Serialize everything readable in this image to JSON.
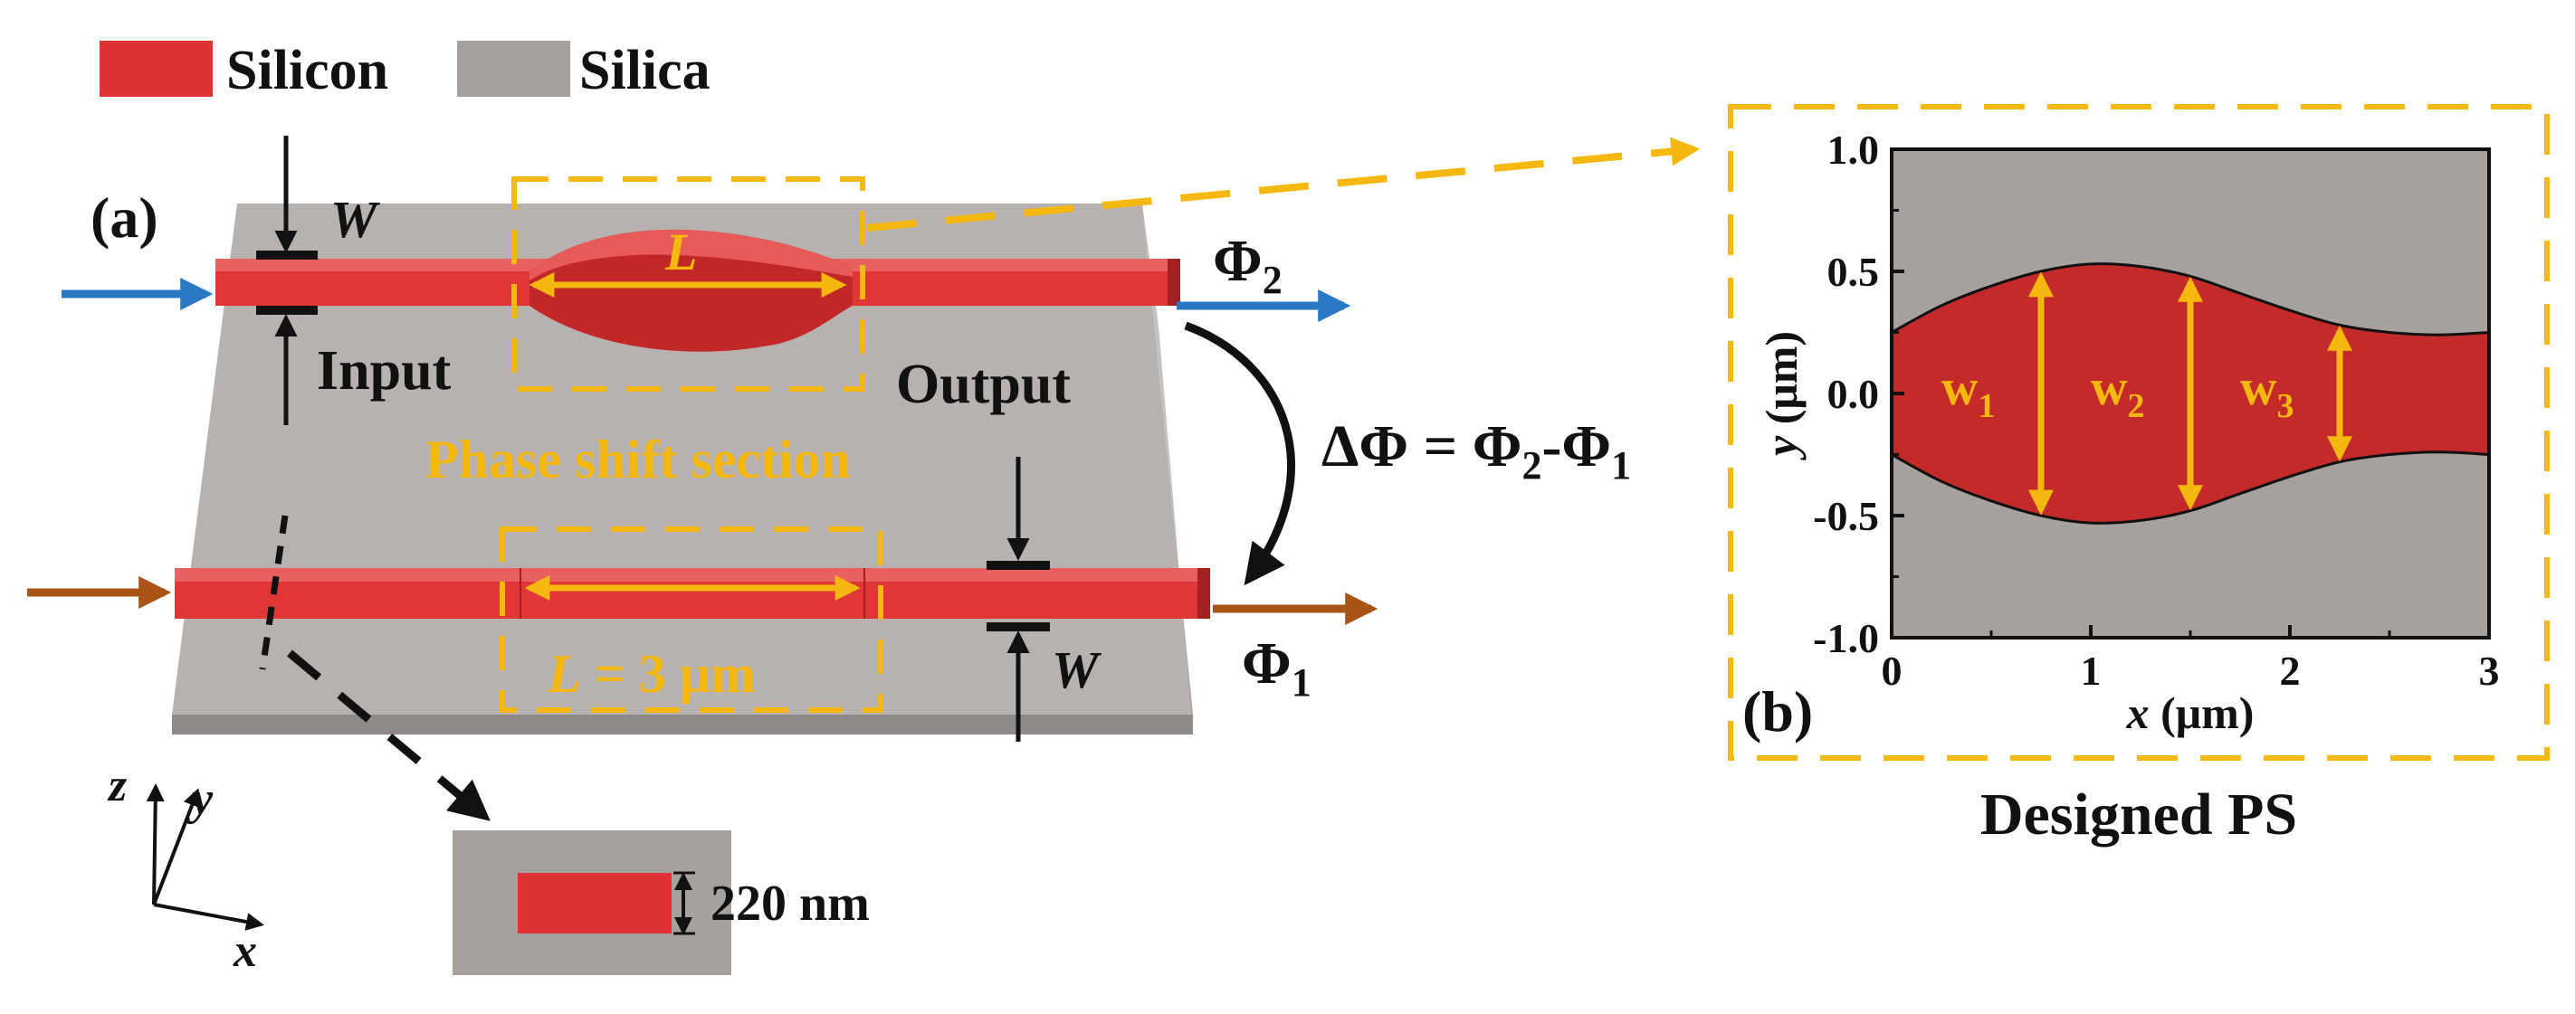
{
  "legend": {
    "silicon_label": "Silicon",
    "silica_label": "Silica"
  },
  "colors": {
    "silicon": "#dd3333",
    "silica": "#a6a19d",
    "accent": "#f5b80f",
    "blue_arrow": "#2a78c3",
    "brown_arrow": "#a95315",
    "ink": "#111111"
  },
  "panel_a": {
    "label": "(a)",
    "width_top": "W",
    "width_bottom": "W",
    "input_label": "Input",
    "output_label": "Output",
    "length_label": "L",
    "phase_shift_label": "Phase shift section",
    "ref_length_var": "L",
    "ref_length_rest": " = 3 μm",
    "phi2": "Φ",
    "phi2_sub": "2",
    "phi1": "Φ",
    "phi1_sub": "1",
    "delta_phi": {
      "lhs": "ΔΦ = Φ",
      "sub1": "2",
      "mid": "-Φ",
      "sub2": "1"
    },
    "thickness": "220 nm",
    "axes": {
      "z": "z",
      "y": "y",
      "x": "x"
    }
  },
  "panel_b": {
    "label": "(b)",
    "caption": "Designed PS",
    "widths": [
      {
        "base": "w",
        "sub": "1"
      },
      {
        "base": "w",
        "sub": "2"
      },
      {
        "base": "w",
        "sub": "3"
      }
    ]
  },
  "chart_data": {
    "type": "area",
    "title": "",
    "xlabel_var": "x",
    "xlabel_unit": " (μm)",
    "ylabel_var": "y",
    "ylabel_unit": " (μm)",
    "xlim": [
      0,
      3
    ],
    "ylim": [
      -1.0,
      1.0
    ],
    "xticks": [
      "0",
      "1",
      "2",
      "3"
    ],
    "yticks": [
      "1.0",
      "0.5",
      "0.0",
      "-0.5",
      "-1.0"
    ],
    "grid": false,
    "upper_boundary": {
      "x": [
        0,
        0.25,
        0.5,
        0.75,
        1.0,
        1.25,
        1.5,
        1.75,
        2.0,
        2.25,
        2.5,
        2.75,
        3.0
      ],
      "y": [
        0.25,
        0.36,
        0.44,
        0.5,
        0.53,
        0.52,
        0.48,
        0.41,
        0.34,
        0.28,
        0.25,
        0.24,
        0.25
      ]
    },
    "lower_boundary": {
      "x": [
        0,
        0.25,
        0.5,
        0.75,
        1.0,
        1.25,
        1.5,
        1.75,
        2.0,
        2.25,
        2.5,
        2.75,
        3.0
      ],
      "y": [
        -0.25,
        -0.36,
        -0.44,
        -0.5,
        -0.53,
        -0.52,
        -0.48,
        -0.41,
        -0.34,
        -0.28,
        -0.25,
        -0.24,
        -0.25
      ]
    },
    "width_markers_x": [
      0.75,
      1.5,
      2.25
    ]
  }
}
